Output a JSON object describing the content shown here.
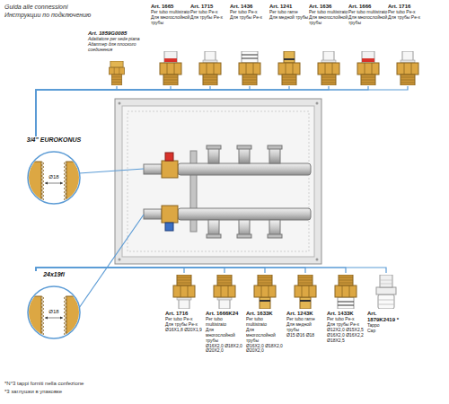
{
  "diagram": {
    "title": "Guida alle connessioni",
    "nodes": [
      {
        "text": [
          "Art. 1859G0085",
          "Adattatore per sede piana",
          "Адаптер для плоского соединения"
        ]
      },
      {
        "text": [
          "Art. 1665",
          "Per tubo multistrato",
          "Для многослойной трубы"
        ]
      },
      {
        "text": [
          "Art. 1715",
          "Per tubo Pe-x",
          "Для трубы Pe-x"
        ]
      },
      {
        "text": [
          "Art. 1436",
          "Per tubo Pe-x",
          "Для трубы Pe-x"
        ]
      },
      {
        "text": [
          "Art. 1241",
          "Per tubo rame",
          "Для медной трубы"
        ]
      },
      {
        "text": [
          "Art. 1636",
          "Per tubo multistrato",
          "Для многослойной трубы"
        ]
      },
      {
        "text": [
          "Art. 1666",
          "Per tubo multistrato",
          "Для многослойной трубы"
        ]
      },
      {
        "text": [
          "Art. 1716",
          "Per tubo Pe-x",
          "Для трубы Pe-x"
        ]
      },
      {
        "text": [
          "3/4\" EUROKONUS",
          "Ø18"
        ]
      },
      {
        "text": [
          "24x19fi",
          "Ø18"
        ]
      },
      {
        "text": [
          "Art. 1716",
          "Per tubo Pe-x",
          "Для трубы Pe-x",
          "Ø16X1,8 Ø20X1,9"
        ]
      },
      {
        "text": [
          "Art. 1666K24",
          "Per tubo multistrato",
          "Для многослойной трубы",
          "Ø16X2,0 Ø18X2,0 Ø20X2,0"
        ]
      },
      {
        "text": [
          "Art. 1633K",
          "Per tubo multistrato",
          "Для многослойной трубы",
          "Ø16X2,0 Ø18X2,0 Ø20X2,0"
        ]
      },
      {
        "text": [
          "Art. 1243K",
          "Per tubo rame",
          "Для медной трубы",
          "Ø15 Ø16 Ø18"
        ]
      },
      {
        "text": [
          "Art. 1433K",
          "Per tubo Pe-x",
          "Для трубы Pe-x",
          "Ø12X2,0 Ø15X2,5 Ø16X2,0 Ø16X2,2 Ø18X2,5"
        ]
      },
      {
        "text": [
          "Art. 1879K2419 *",
          "Tappo",
          "Cap"
        ]
      }
    ],
    "edges": [
      {
        "from": 0,
        "to": 8,
        "arrow": "none"
      },
      {
        "from": 1,
        "to": 8,
        "arrow": "none"
      },
      {
        "from": 2,
        "to": 8,
        "arrow": "none"
      },
      {
        "from": 3,
        "to": 8,
        "arrow": "none"
      },
      {
        "from": 4,
        "to": 8,
        "arrow": "none"
      },
      {
        "from": 5,
        "to": 8,
        "arrow": "none"
      },
      {
        "from": 6,
        "to": 8,
        "arrow": "none"
      },
      {
        "from": 7,
        "to": 8,
        "arrow": "none"
      },
      {
        "from": 10,
        "to": 9,
        "arrow": "none"
      },
      {
        "from": 11,
        "to": 9,
        "arrow": "none"
      },
      {
        "from": 12,
        "to": 9,
        "arrow": "none"
      },
      {
        "from": 13,
        "to": 9,
        "arrow": "none"
      },
      {
        "from": 14,
        "to": 9,
        "arrow": "none"
      },
      {
        "from": 15,
        "to": 9,
        "arrow": "none"
      }
    ],
    "labels": [
      "Инструкции по подключению",
      "*N°3 tappi forniti nella confezione",
      "*3 заглушки в упаковке"
    ]
  }
}
